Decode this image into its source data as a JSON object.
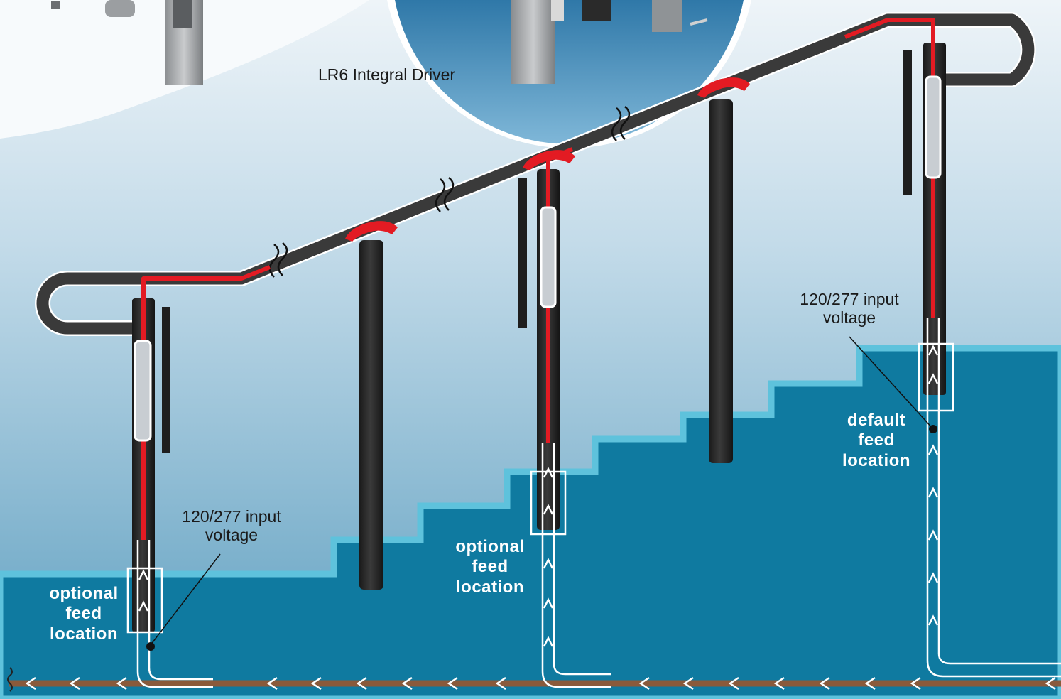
{
  "callout": {
    "driver_label": "LR6 Integral Driver"
  },
  "feeds": {
    "left": {
      "voltage_line1": "120/277 input",
      "voltage_line2": "voltage",
      "feed_line1": "optional",
      "feed_line2": "feed",
      "feed_line3": "location"
    },
    "middle": {
      "feed_line1": "optional",
      "feed_line2": "feed",
      "feed_line3": "location"
    },
    "right": {
      "voltage_line1": "120/277 input",
      "voltage_line2": "voltage",
      "feed_line1": "default",
      "feed_line2": "feed",
      "feed_line3": "location"
    }
  },
  "colors": {
    "sky_top": "#e6eff5",
    "sky_bottom": "#5e9fc0",
    "stair_fill": "#0f7aa0",
    "stair_edge": "#5ec2dc",
    "rail": "#2c2c2c",
    "wire": "#e31b23",
    "conduit": "#ffffff",
    "ground_pipe": "#8a5a3b"
  }
}
